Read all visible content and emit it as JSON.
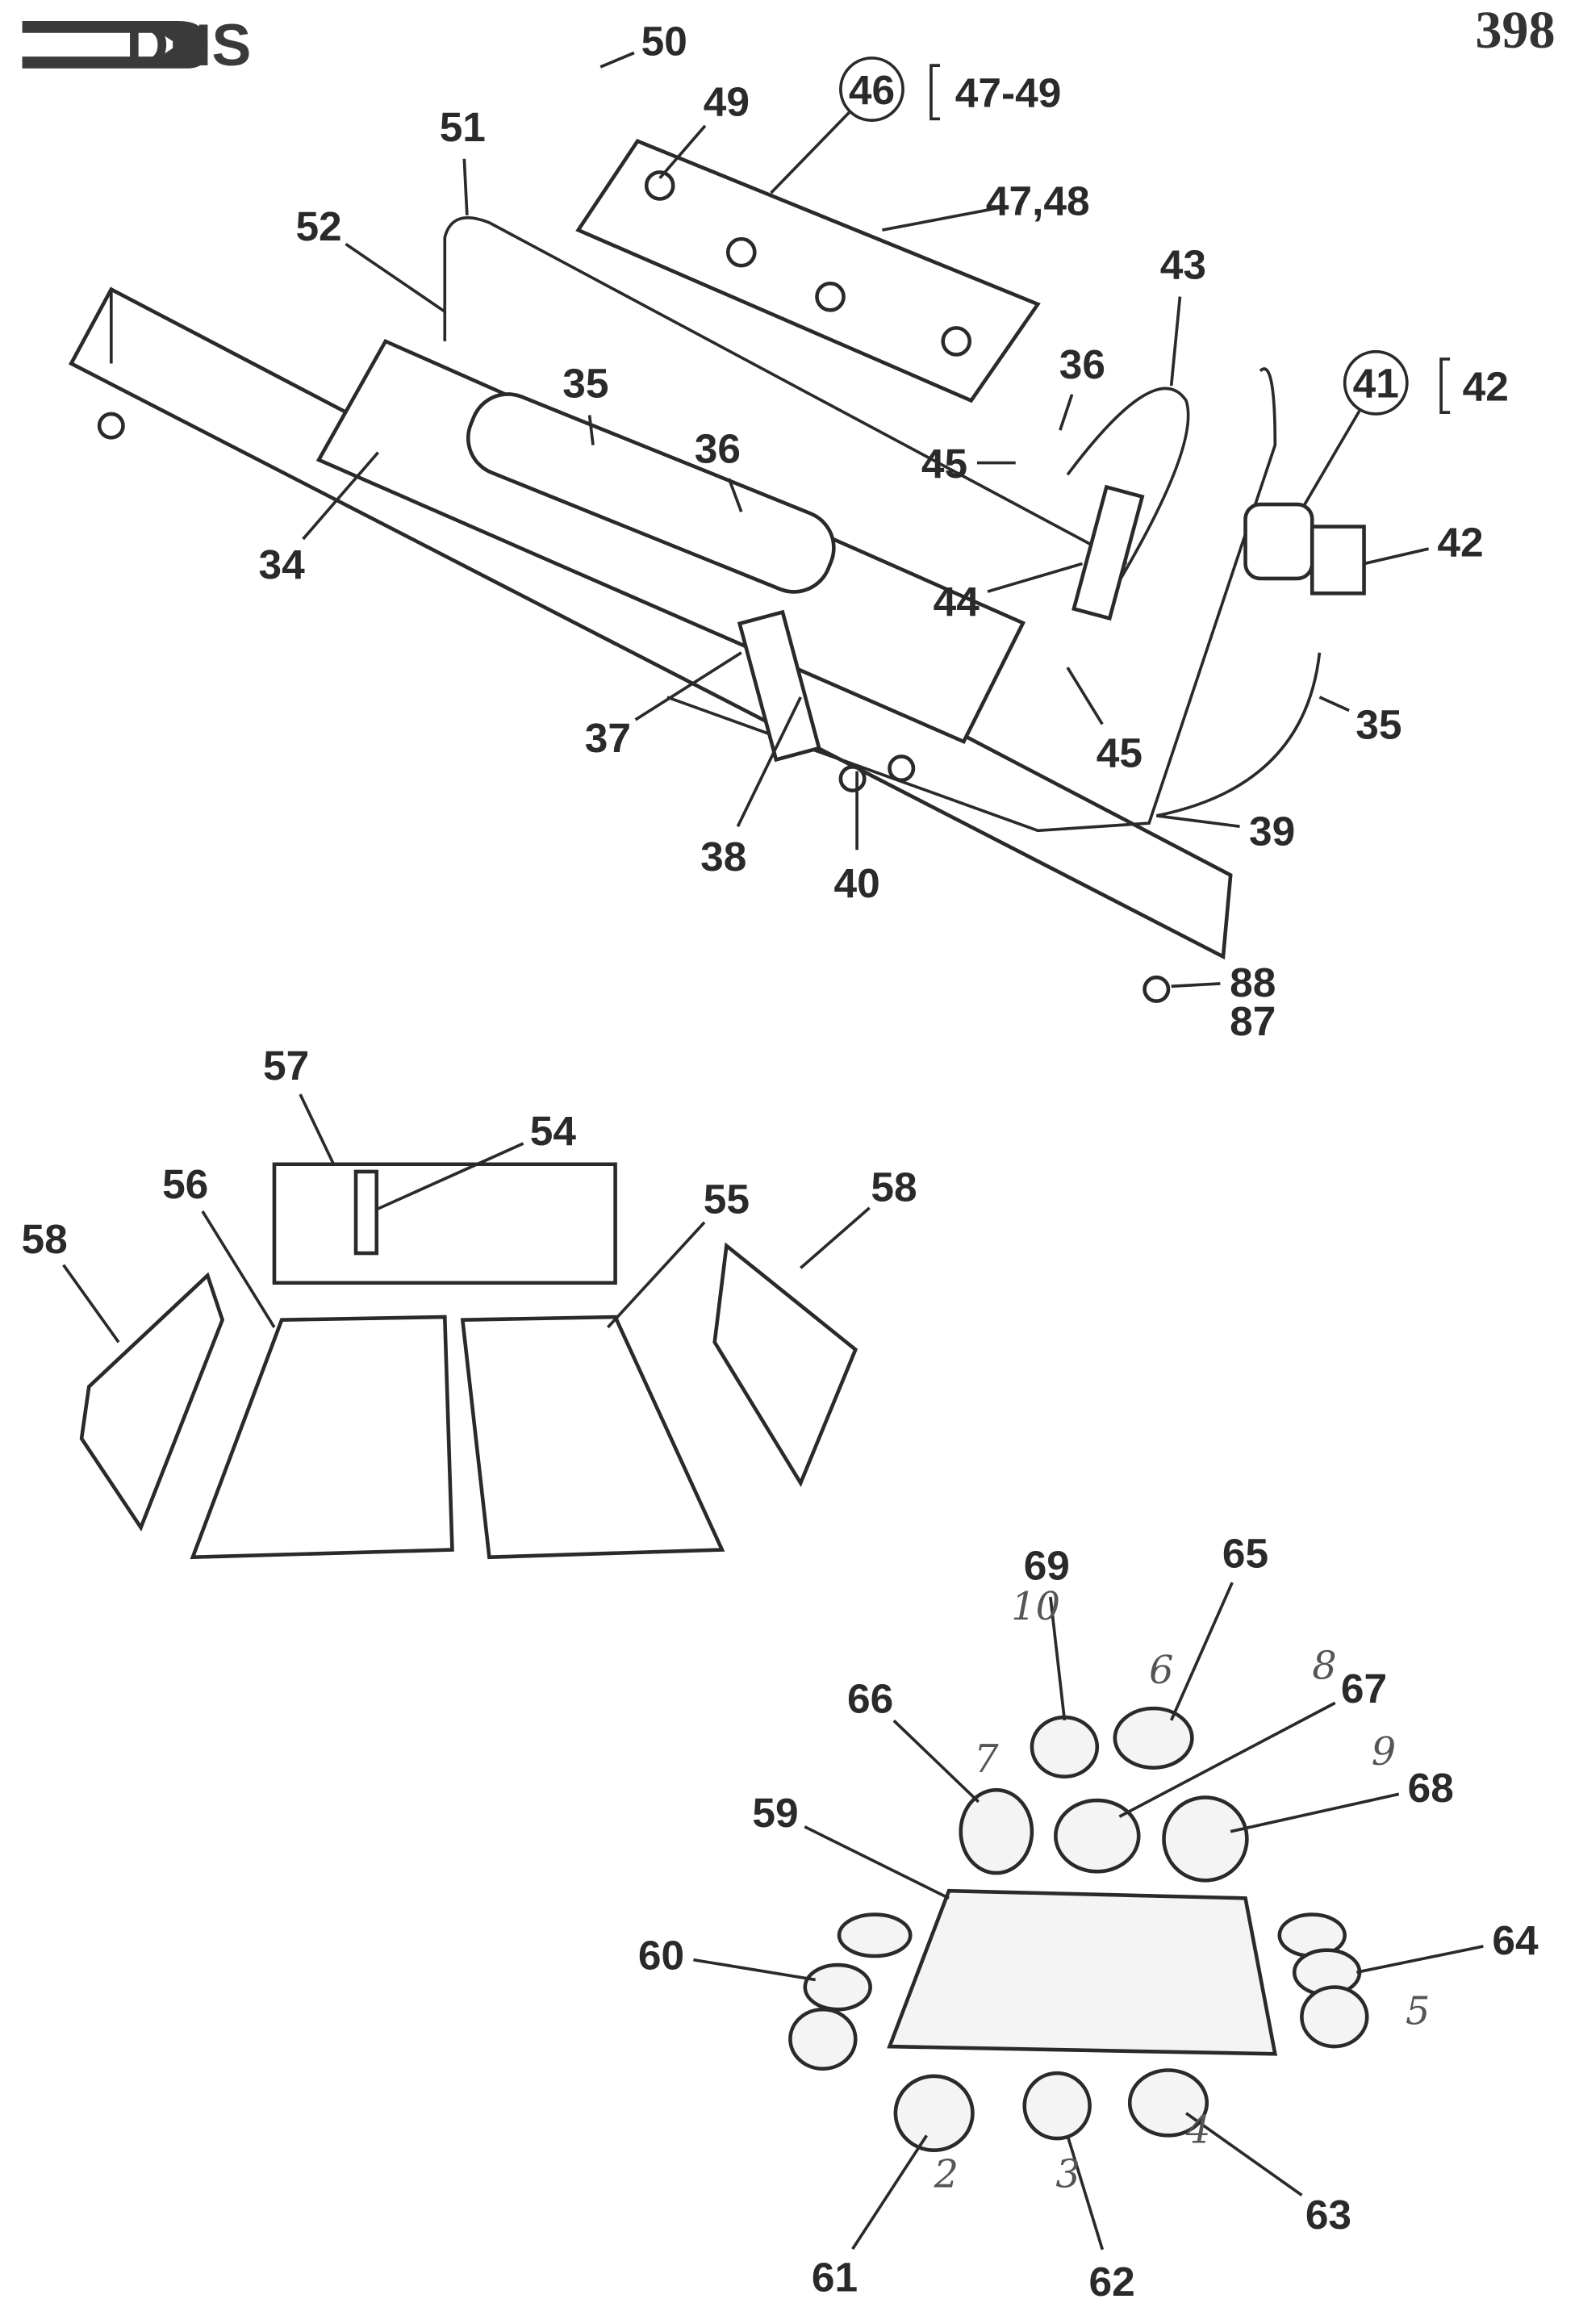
{
  "header": {
    "logo_text": "DHS",
    "page_number": "398"
  },
  "callouts": [
    {
      "id": "50",
      "text": "50"
    },
    {
      "id": "49",
      "text": "49"
    },
    {
      "id": "46",
      "text": "46",
      "circled": true
    },
    {
      "id": "47-49",
      "text": "47-49"
    },
    {
      "id": "51",
      "text": "51"
    },
    {
      "id": "52",
      "text": "52"
    },
    {
      "id": "47,48",
      "text": "47,48"
    },
    {
      "id": "43",
      "text": "43"
    },
    {
      "id": "36a",
      "text": "36"
    },
    {
      "id": "41",
      "text": "41",
      "circled": true
    },
    {
      "id": "42a",
      "text": "42"
    },
    {
      "id": "45a",
      "text": "45"
    },
    {
      "id": "35a",
      "text": "35"
    },
    {
      "id": "36b",
      "text": "36"
    },
    {
      "id": "34",
      "text": "34"
    },
    {
      "id": "44",
      "text": "44"
    },
    {
      "id": "42b",
      "text": "42"
    },
    {
      "id": "37",
      "text": "37"
    },
    {
      "id": "45b",
      "text": "45"
    },
    {
      "id": "35b",
      "text": "35"
    },
    {
      "id": "39",
      "text": "39"
    },
    {
      "id": "38",
      "text": "38"
    },
    {
      "id": "40",
      "text": "40"
    },
    {
      "id": "88",
      "text": "88"
    },
    {
      "id": "87",
      "text": "87"
    },
    {
      "id": "57",
      "text": "57"
    },
    {
      "id": "54",
      "text": "54"
    },
    {
      "id": "56",
      "text": "56"
    },
    {
      "id": "55",
      "text": "55"
    },
    {
      "id": "58a",
      "text": "58"
    },
    {
      "id": "58b",
      "text": "58"
    },
    {
      "id": "69",
      "text": "69"
    },
    {
      "id": "65",
      "text": "65"
    },
    {
      "id": "66",
      "text": "66"
    },
    {
      "id": "67",
      "text": "67"
    },
    {
      "id": "68",
      "text": "68"
    },
    {
      "id": "59",
      "text": "59"
    },
    {
      "id": "60",
      "text": "60"
    },
    {
      "id": "64",
      "text": "64"
    },
    {
      "id": "61",
      "text": "61"
    },
    {
      "id": "62",
      "text": "62"
    },
    {
      "id": "63",
      "text": "63"
    }
  ],
  "handwritten": [
    "10",
    "6",
    "8",
    "7",
    "9",
    "5",
    "2",
    "3",
    "4"
  ]
}
